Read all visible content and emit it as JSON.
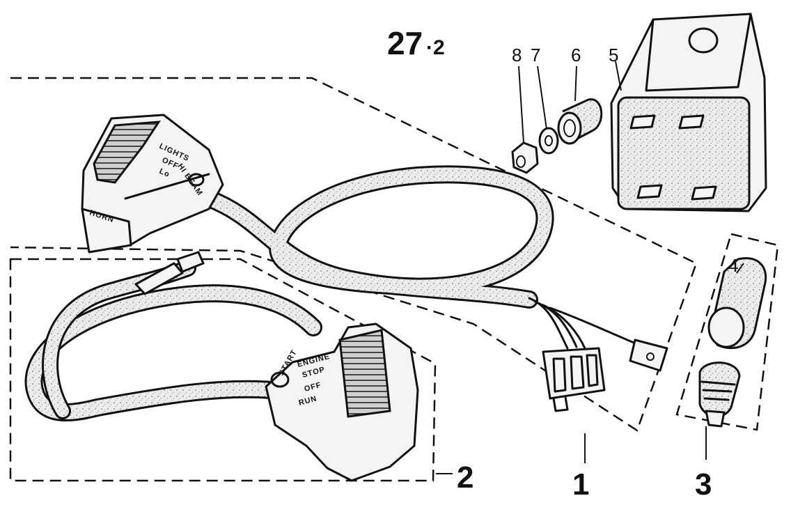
{
  "figure": {
    "title_main": "27",
    "title_sub": "·2"
  },
  "callouts": [
    {
      "id": "1",
      "text": "1",
      "size": "big"
    },
    {
      "id": "2",
      "text": "2",
      "size": "big"
    },
    {
      "id": "3",
      "text": "3",
      "size": "big"
    },
    {
      "id": "4",
      "text": "4",
      "size": "small"
    },
    {
      "id": "5",
      "text": "5",
      "size": "small"
    },
    {
      "id": "6",
      "text": "6",
      "size": "small"
    },
    {
      "id": "7",
      "text": "7",
      "size": "small"
    },
    {
      "id": "8",
      "text": "8",
      "size": "small"
    }
  ],
  "switch_left": {
    "horn": "HORN",
    "lights": "LIGHTS",
    "off": "OFF",
    "lo": "Lo",
    "hi_beam": "HI BEAM"
  },
  "switch_right": {
    "engine": "ENGINE",
    "stop": "STOP",
    "off": "OFF",
    "run": "RUN",
    "start": "START"
  }
}
